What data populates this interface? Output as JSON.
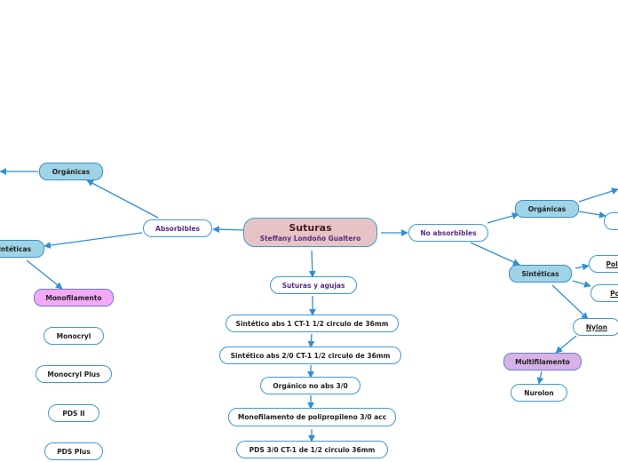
{
  "root": {
    "title": "Suturas",
    "subtitle": "Steffany Londoño Gualtero"
  },
  "left": {
    "absorbibles": "Absorbibles",
    "organicas": "Orgánicas",
    "sinteticas": "Sintéticas",
    "monofilamento": "Monofilamento",
    "items": [
      "Monocryl",
      "Monocryl Plus",
      "PDS II",
      "PDS Plus"
    ]
  },
  "center": {
    "suturas_agujas": "Suturas y agujas",
    "items": [
      "Sintético abs 1 CT-1 1/2 circulo de 36mm",
      "Sintético abs 2/0 CT-1 1/2 circulo de 36mm",
      "Orgánico no abs 3/0",
      "Monofilamento de polipropileno 3/0 acc",
      "PDS 3/0 CT-1 de 1/2 circulo 36mm"
    ]
  },
  "right": {
    "no_absorbibles": "No absorbibles",
    "organicas": "Orgánicas",
    "sinteticas": "Sintéticas",
    "poli1": "Polié",
    "poli2": "Poli",
    "nylon": "Nylon",
    "multifilamento": "Multifilamento",
    "nurolon": "Nurolon"
  },
  "colors": {
    "line": "#2f8fd3",
    "node_blue": "#9fd4e6",
    "node_pink": "#f4a8f6",
    "node_lilac": "#d6b2e6",
    "root_fill": "#e6c4c6"
  }
}
